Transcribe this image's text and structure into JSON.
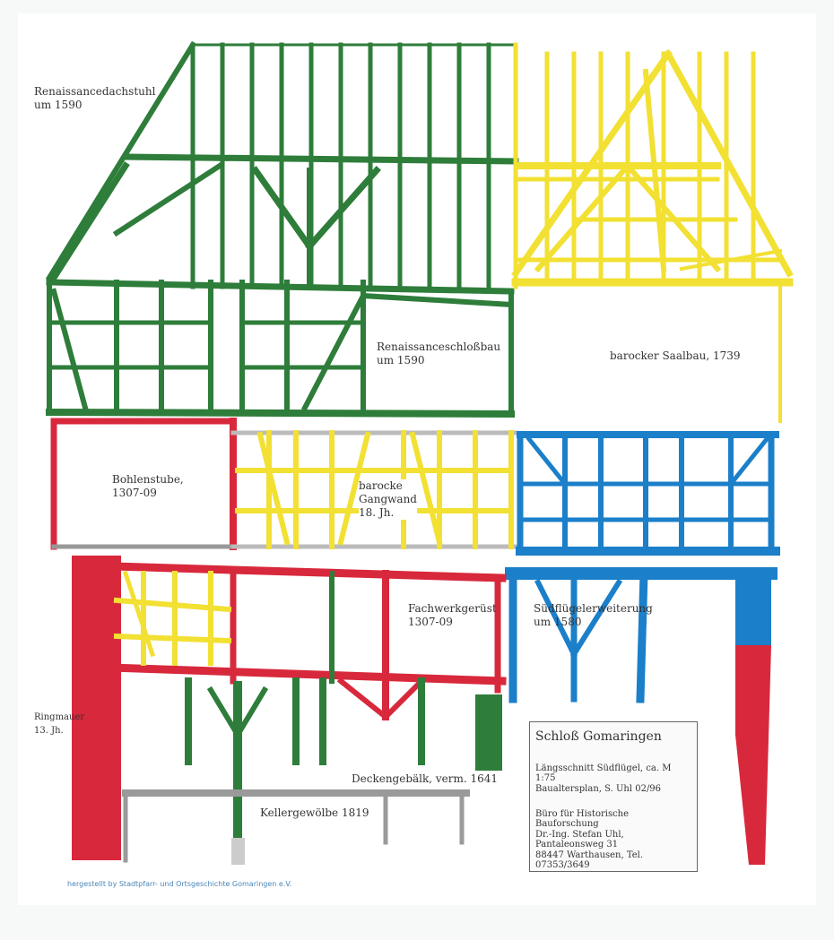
{
  "labels": {
    "roof_left": [
      "Renaissancedachstuhl",
      "um 1590"
    ],
    "upper_green": [
      "Renaissanceschloßbau",
      "um 1590"
    ],
    "baroque_hall": "barocker Saalbau, 1739",
    "plank_room": [
      "Bohlenstube,",
      "1307-09"
    ],
    "baroque_wall": [
      "barocke",
      "Gangwand",
      "18. Jh."
    ],
    "frame": [
      "Fachwerkgerüst",
      "1307-09"
    ],
    "south_ext": [
      "Südflügelerweiterung",
      "um 1580"
    ],
    "ring_wall": [
      "Ringmauer",
      "13. Jh."
    ],
    "ceiling": "Deckengebälk, verm. 1641",
    "cellar": "Kellergewölbe 1819"
  },
  "title_box": {
    "title": "Schloß Gomaringen",
    "line1": "Längsschnitt Südflügel, ca. M 1:75",
    "line2": "Baualtersplan, S. Uhl 02/96",
    "line3": "Büro für Historische Bauforschung",
    "line4": "Dr.-Ing. Stefan Uhl, Pantaleonsweg 31",
    "line5": "88447 Warthausen, Tel. 07353/3649"
  },
  "footer": "hergestellt by Stadtpfarr- und Ortsgeschichte Gomaringen e.V.",
  "colors": {
    "green": "#2e7d3a",
    "yellow": "#f2e033",
    "red": "#d8283c",
    "blue": "#1b7fc9",
    "grey": "#9a9a9a"
  }
}
